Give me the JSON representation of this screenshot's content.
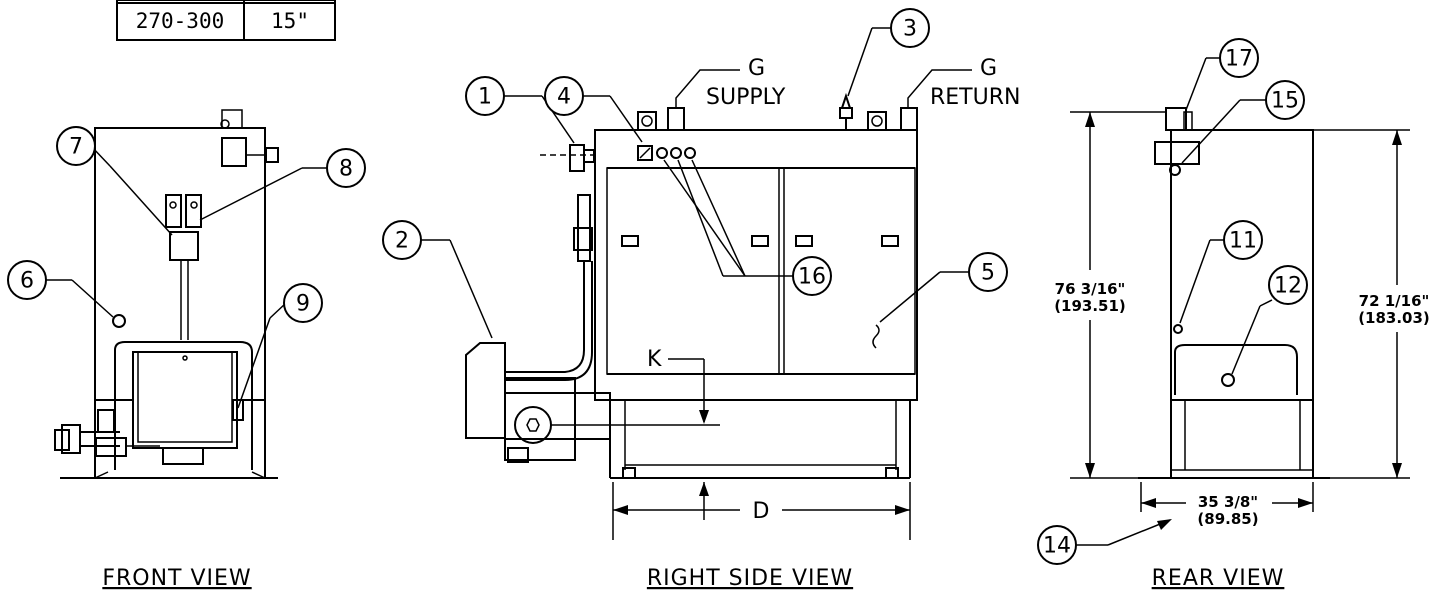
{
  "table": {
    "row_range": "270-300",
    "row_value": "15\""
  },
  "views": {
    "front": "FRONT VIEW",
    "right_side": "RIGHT SIDE VIEW",
    "rear": "REAR VIEW"
  },
  "callouts": [
    "1",
    "2",
    "3",
    "4",
    "5",
    "6",
    "7",
    "8",
    "9",
    "11",
    "12",
    "14",
    "15",
    "16",
    "17"
  ],
  "labels": {
    "g1": "G",
    "supply": "SUPPLY",
    "g2": "G",
    "return": "RETURN",
    "k": "K",
    "d": "D"
  },
  "dimensions": {
    "height_left_1": "76 3/16\"",
    "height_left_2": "(193.51)",
    "height_right_1": "72 1/16\"",
    "height_right_2": "(183.03)",
    "width_1": "35 3/8\"",
    "width_2": "(89.85)"
  },
  "colors": {
    "line": "#000000",
    "background": "#ffffff"
  }
}
